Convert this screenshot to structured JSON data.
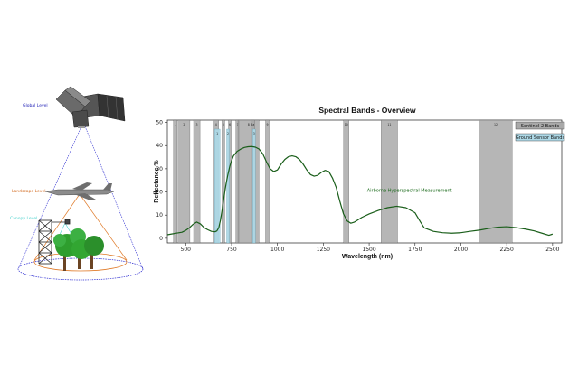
{
  "illustration": {
    "labels": [
      {
        "key": "global",
        "text": "Global Level",
        "color": "#1a1ab4"
      },
      {
        "key": "landscape",
        "text": "Landscape Level",
        "color": "#d2691e"
      },
      {
        "key": "canopy",
        "text": "Canopy Level",
        "color": "#48d1cc"
      }
    ],
    "icons": [
      "satellite-icon",
      "aircraft-icon",
      "tower-icon",
      "tree-icon"
    ]
  },
  "chart_data": {
    "type": "line",
    "title": "Spectral Bands - Overview",
    "xlabel": "Wavelength (nm)",
    "ylabel": "Reflectance %",
    "xlim": [
      400,
      2550
    ],
    "ylim": [
      -2,
      51
    ],
    "xticks": [
      500,
      750,
      1000,
      1250,
      1500,
      1750,
      2000,
      2250,
      2500
    ],
    "yticks": [
      0,
      10,
      20,
      30,
      40,
      50
    ],
    "legend": [
      {
        "name": "Sentinel-2 Bands",
        "color": "#a9a9a9"
      },
      {
        "name": "Ground Sensor Bands",
        "color": "#add8e6"
      }
    ],
    "legend_position": "top-right",
    "annotation": {
      "text": "Airborne Hyperspectral Measurement",
      "x": 1720,
      "y": 20
    },
    "line_color": "#1a5e1a",
    "series": [
      {
        "x": [
          400,
          420,
          450,
          480,
          500,
          520,
          540,
          560,
          580,
          600,
          620,
          640,
          660,
          670,
          680,
          690,
          700,
          710,
          720,
          730,
          740,
          750,
          760,
          780,
          800,
          820,
          840,
          860,
          880,
          900,
          920,
          940,
          960,
          980,
          1000,
          1020,
          1040,
          1060,
          1080,
          1100,
          1120,
          1140,
          1160,
          1180,
          1200,
          1220,
          1240,
          1260,
          1280,
          1300,
          1320,
          1340,
          1360,
          1380,
          1400,
          1420,
          1440,
          1460,
          1500,
          1550,
          1600,
          1650,
          1700,
          1750,
          1780,
          1800,
          1850,
          1900,
          1950,
          2000,
          2050,
          2100,
          2150,
          2200,
          2250,
          2300,
          2350,
          2400,
          2450,
          2480,
          2500
        ],
        "y": [
          1.5,
          1.8,
          2.2,
          2.6,
          3.4,
          4.5,
          6.0,
          7.0,
          6.2,
          4.6,
          3.7,
          3.0,
          2.8,
          3.2,
          4.5,
          8.0,
          13.0,
          18.5,
          23.5,
          27.5,
          31.0,
          33.5,
          35.5,
          37.5,
          38.5,
          39.2,
          39.5,
          39.6,
          39.3,
          38.5,
          36.5,
          33.0,
          30.0,
          28.8,
          29.5,
          32.0,
          34.0,
          35.2,
          35.6,
          35.2,
          34.0,
          32.0,
          29.5,
          27.5,
          26.8,
          27.2,
          28.5,
          29.3,
          28.8,
          26.0,
          22.0,
          16.0,
          10.5,
          7.5,
          6.5,
          7.0,
          8.0,
          9.0,
          10.5,
          12.0,
          13.2,
          13.8,
          13.2,
          11.0,
          7.0,
          4.5,
          3.0,
          2.4,
          2.2,
          2.4,
          3.0,
          3.5,
          4.2,
          4.8,
          5.0,
          4.6,
          4.0,
          3.2,
          2.0,
          1.3,
          1.8
        ]
      }
    ],
    "sentinel_bands": [
      {
        "label": "1",
        "start": 433,
        "end": 453
      },
      {
        "label": "2",
        "start": 458,
        "end": 523
      },
      {
        "label": "3",
        "start": 543,
        "end": 578
      },
      {
        "label": "4",
        "start": 650,
        "end": 680
      },
      {
        "label": "5",
        "start": 698,
        "end": 713
      },
      {
        "label": "6",
        "start": 733,
        "end": 748
      },
      {
        "label": "7",
        "start": 773,
        "end": 793
      },
      {
        "label": "8",
        "start": 785,
        "end": 900
      },
      {
        "label": "8a",
        "start": 855,
        "end": 875
      },
      {
        "label": "9",
        "start": 935,
        "end": 955
      },
      {
        "label": "10",
        "start": 1360,
        "end": 1390
      },
      {
        "label": "11",
        "start": 1565,
        "end": 1655
      },
      {
        "label": "12",
        "start": 2100,
        "end": 2280
      }
    ],
    "ground_bands": [
      {
        "label": "1",
        "start": 657,
        "end": 687
      },
      {
        "label": "2",
        "start": 723,
        "end": 738
      },
      {
        "label": "3",
        "start": 865,
        "end": 880
      }
    ]
  }
}
